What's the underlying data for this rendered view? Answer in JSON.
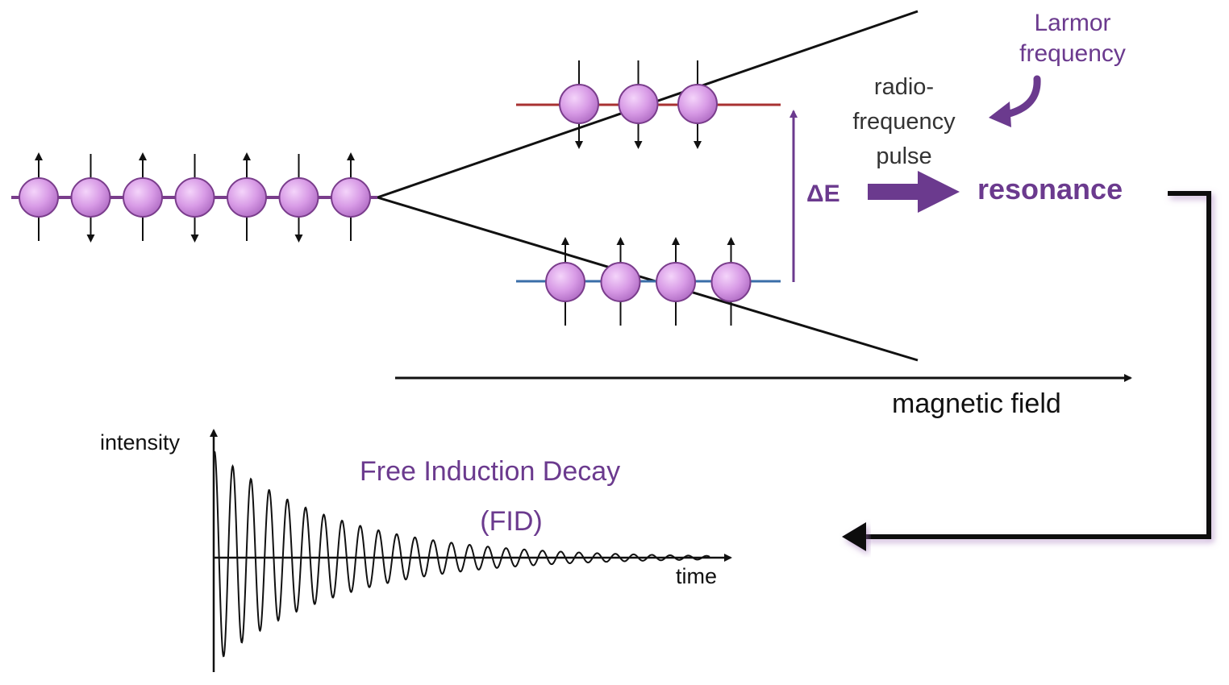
{
  "labels": {
    "larmor": [
      "Larmor",
      "frequency"
    ],
    "rf_pulse": [
      "radio-",
      "frequency",
      "pulse"
    ],
    "delta_e": "ΔE",
    "resonance": "resonance",
    "magnetic_field": "magnetic field",
    "fid_title": "Free Induction Decay",
    "fid_abbrev": "(FID)",
    "intensity": "intensity",
    "time": "time"
  },
  "spins": {
    "initial_directions": [
      "up",
      "down",
      "up",
      "down",
      "up",
      "down",
      "up"
    ],
    "upper_level_directions": [
      "down",
      "down",
      "down"
    ],
    "lower_level_directions": [
      "up",
      "up",
      "up",
      "up"
    ]
  },
  "colors": {
    "accent_purple": "#6b3a8e",
    "sphere_fill": "#d89be6",
    "sphere_edge": "#7a3d8c",
    "upper_level_line": "#a83232",
    "lower_level_line": "#3a6ea8",
    "line": "#111111"
  }
}
